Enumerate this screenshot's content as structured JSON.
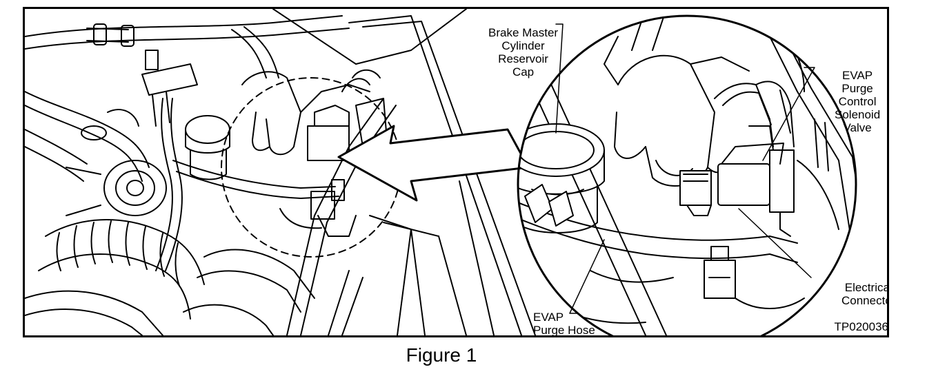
{
  "labels": {
    "brake_master": [
      "Brake Master",
      "Cylinder",
      "Reservoir",
      "Cap"
    ],
    "evap_valve": [
      "EVAP",
      "Purge",
      "Control",
      "Solenoid",
      "Valve"
    ],
    "electrical_connector": [
      "Electrical",
      "Connector"
    ],
    "evap_hose": [
      "EVAP",
      "Purge Hose"
    ]
  },
  "reference_code": "TP020036",
  "caption": "Figure 1"
}
